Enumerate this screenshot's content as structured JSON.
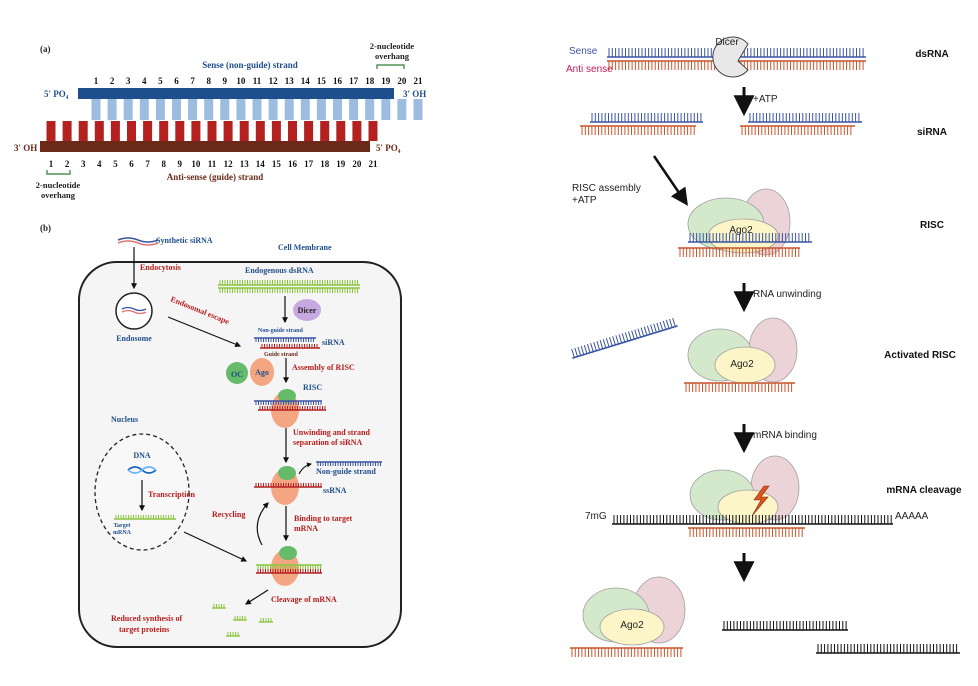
{
  "panel_a": {
    "label": "(a)",
    "sense_title": "Sense (non-guide) strand",
    "five_po4": "5' PO₄",
    "three_oh_right": "3' OH",
    "three_oh_left": "3' OH",
    "five_po4_right": "5' PO₄",
    "antisense_title": "Anti-sense (guide) strand",
    "overhang_top": [
      "2-nucleotide",
      "overhang"
    ],
    "overhang_bottom": [
      "2-nucleotide",
      "overhang"
    ],
    "numbers": [
      "1",
      "2",
      "3",
      "4",
      "5",
      "6",
      "7",
      "8",
      "9",
      "10",
      "11",
      "12",
      "13",
      "14",
      "15",
      "16",
      "17",
      "18",
      "19",
      "20",
      "21"
    ]
  },
  "panel_b": {
    "label": "(b)",
    "synthetic_sirna": "Synthetic siRNA",
    "cell_membrane": "Cell Membrane",
    "endocytosis": "Endocytosis",
    "endosome": "Endosome",
    "endosomal_escape": "Endosomal escape",
    "endogenous_dsrna": "Endogenous dsRNA",
    "dicer": "Dicer",
    "non_guide_strand_small": "Non-guide strand",
    "sirna": "siRNA",
    "guide_strand": "Guide strand",
    "oc": "OC",
    "ago": "Ago",
    "assembly_of_risc": "Assembly of RISC",
    "risc": "RISC",
    "nucleus": "Nucleus",
    "dna": "DNA",
    "transcription": "Transcription",
    "target_mrna": [
      "Target",
      "mRNA"
    ],
    "unwinding": [
      "Unwinding and  strand",
      "separation of siRNA"
    ],
    "non_guide_strand": "Non-guide strand",
    "ssrna": "ssRNA",
    "recycling": "Recycling",
    "binding": [
      "Binding to target",
      "mRNA"
    ],
    "cleavage": "Cleavage of mRNA",
    "reduced": [
      "Reduced synthesis of",
      "target proteins"
    ]
  },
  "right": {
    "sense": "Sense",
    "anti_sense": "Anti sense",
    "dicer": "Dicer",
    "atp1": "+ATP",
    "risc_assembly": [
      "RISC assembly",
      "+ATP"
    ],
    "ago2": "Ago2",
    "rna_unwinding": "RNA unwinding",
    "mrna_binding": "mRNA binding",
    "cap": "7mG",
    "polya": "AAAAA",
    "stages": [
      "dsRNA",
      "siRNA",
      "RISC",
      "Activated RISC",
      "mRNA cleavage"
    ]
  },
  "colors": {
    "sense_blue": "#1f4e8c",
    "sense_light": "#9dbce0",
    "anti_red": "#b42121",
    "anti_dark": "#6b2a18",
    "label_red": "#b71c1c",
    "label_blue": "#1f4e8c",
    "rna_blue": "#3b55a3",
    "rna_orange": "#c8552b",
    "dicer_purple": "#c8a8e0",
    "green_strand": "#8cc63f",
    "orange_blob": "#f4a582",
    "green_blob": "#66bb6a"
  }
}
